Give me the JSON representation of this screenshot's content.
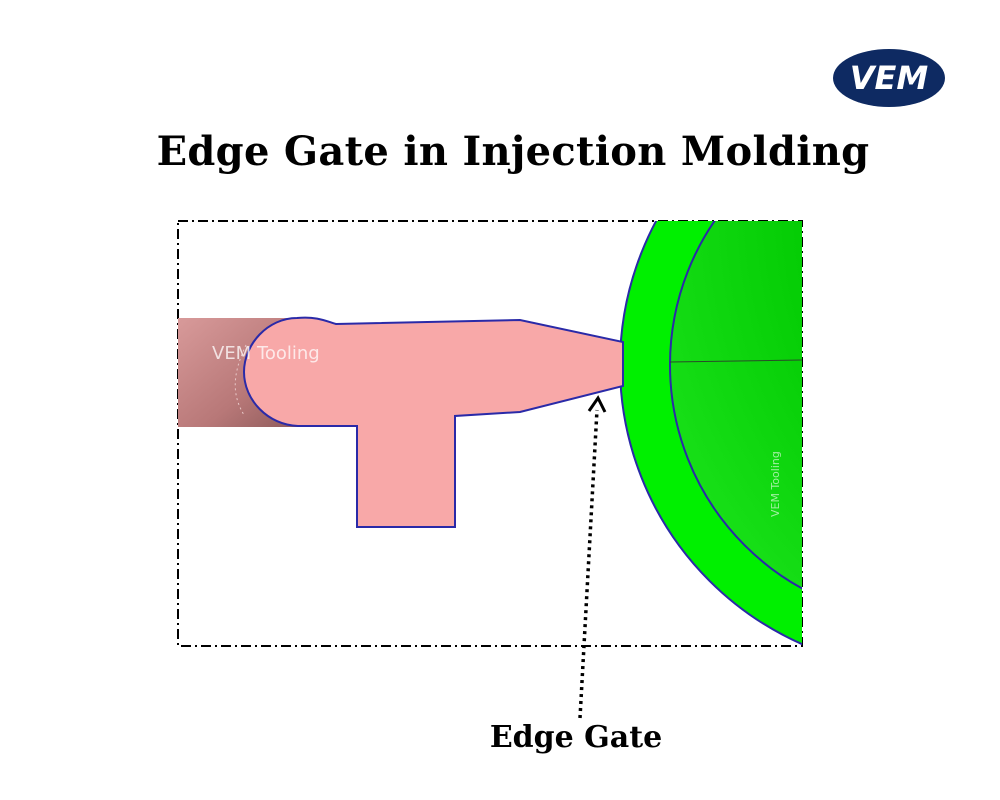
{
  "header": {
    "logo_text": "VEM",
    "title": "Edge Gate in Injection Molding"
  },
  "diagram": {
    "watermark_runner": "VEM Tooling",
    "watermark_part": "VEM Tooling",
    "callout_label": "Edge Gate"
  },
  "colors": {
    "runner_pink": "#f8a8a8",
    "sprue_dark": "#b87a7a",
    "part_green": "#00f000",
    "part_green_dark": "#00a800",
    "outline_blue": "#2a2aa8",
    "logo_navy": "#0e2a62"
  }
}
